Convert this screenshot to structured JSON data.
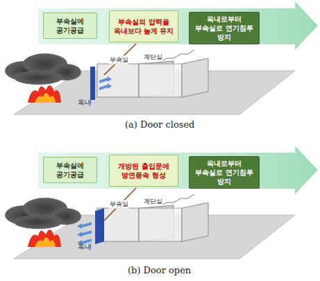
{
  "diagram": {
    "nodes": [
      {
        "text": [
          "부속실에 공기공급"
        ]
      },
      {
        "text": [
          "부속실의 압력을 옥내보다 높게 유지"
        ]
      },
      {
        "text": [
          "옥내로부터 부속실로 연기침투 방지"
        ]
      },
      {
        "text": [
          "부속실에 공기공급"
        ]
      },
      {
        "text": [
          "개방된 출입문에 방연풍속 형성"
        ]
      },
      {
        "text": [
          "옥내로부터 부속실로 연기침투 방지"
        ]
      }
    ],
    "labels": [
      "옥내",
      "부속실",
      "계단실",
      "(a) Door closed",
      "옥내",
      "부속실",
      "계단실",
      "(b) Door open"
    ]
  }
}
